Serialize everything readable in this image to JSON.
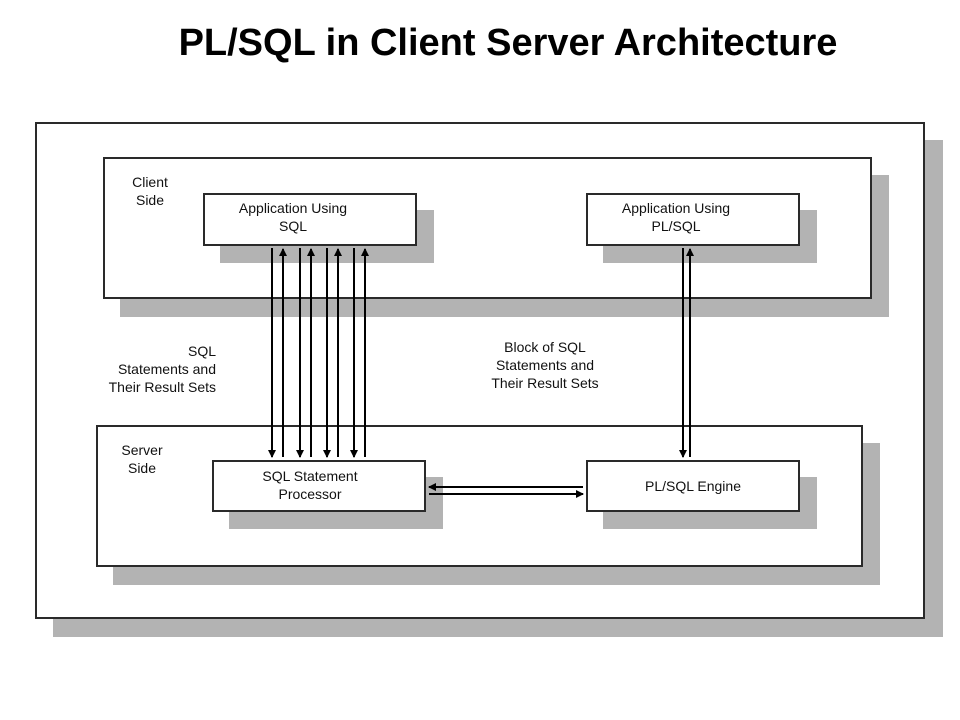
{
  "title": "PL/SQL in Client Server Architecture",
  "client": {
    "label": "Client\nSide",
    "app_sql": "Application Using\nSQL",
    "app_plsql": "Application Using\nPL/SQL"
  },
  "server": {
    "label": "Server\nSide",
    "sql_processor": "SQL Statement\nProcessor",
    "plsql_engine": "PL/SQL Engine"
  },
  "annotations": {
    "left": "SQL\nStatements and\nTheir Result Sets",
    "middle": "Block of SQL\nStatements and\nTheir Result Sets"
  }
}
